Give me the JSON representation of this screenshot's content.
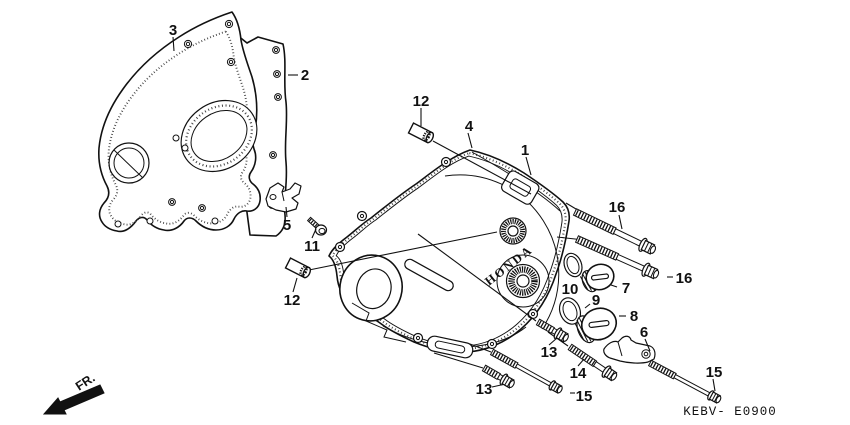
{
  "diagram": {
    "code": "KEBV- E0900",
    "fr_label": "FR.",
    "brand_text": "HONDA",
    "callouts": [
      {
        "label": "3"
      },
      {
        "label": "2"
      },
      {
        "label": "12"
      },
      {
        "label": "4"
      },
      {
        "label": "1"
      },
      {
        "label": "16"
      },
      {
        "label": "16"
      },
      {
        "label": "5"
      },
      {
        "label": "11"
      },
      {
        "label": "10"
      },
      {
        "label": "7"
      },
      {
        "label": "12"
      },
      {
        "label": "9"
      },
      {
        "label": "8"
      },
      {
        "label": "6"
      },
      {
        "label": "13"
      },
      {
        "label": "14"
      },
      {
        "label": "13"
      },
      {
        "label": "15"
      },
      {
        "label": "15"
      }
    ]
  }
}
